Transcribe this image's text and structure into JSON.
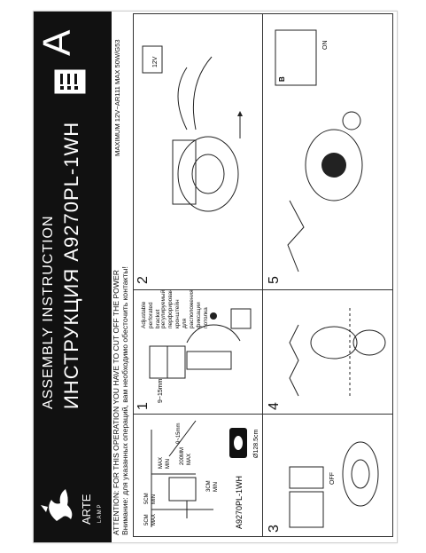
{
  "header": {
    "brand": "ARTE",
    "brand_sub": "L A M P",
    "title_en": "ASSEMBLY  INSTRUCTION",
    "title_ru": "ИНСТРУКЦИЯ    A9270PL-1WH",
    "section_letter": "A"
  },
  "warnings": {
    "en": "ATTENTION: FOR THIS OPERATION YOU HAVE TO CUT OFF THE POWER",
    "ru": "Внимание: для указанных операций, вам необходимо обесточить контакты!"
  },
  "max_spec": "MAXIMUM 12V~AR111 MAX 50W/G53",
  "steps": {
    "model": "A9270PL-1WH",
    "cutout_label": "Ø128.5cm",
    "dim_labels": [
      "5CM",
      "MAX",
      "5CM",
      "MIN",
      "MAX",
      "MIN",
      "3CM",
      "MIN",
      "200MM",
      "MAX",
      "9~15mm"
    ],
    "step1_num": "1",
    "step1_depth": "9~15mm",
    "step1_note_en": "Adjustable perforated bracket",
    "step1_note_ru": "регулируемый перфорированный кронштейн для расположения/фиксации потолка",
    "step2_num": "2",
    "step2_voltage": "12V",
    "step3_num": "3",
    "step4_num": "4",
    "step5_num": "5",
    "off_label": "OFF",
    "on_label": "ON",
    "step_a_letter": "A",
    "step_b_letter": "B"
  }
}
